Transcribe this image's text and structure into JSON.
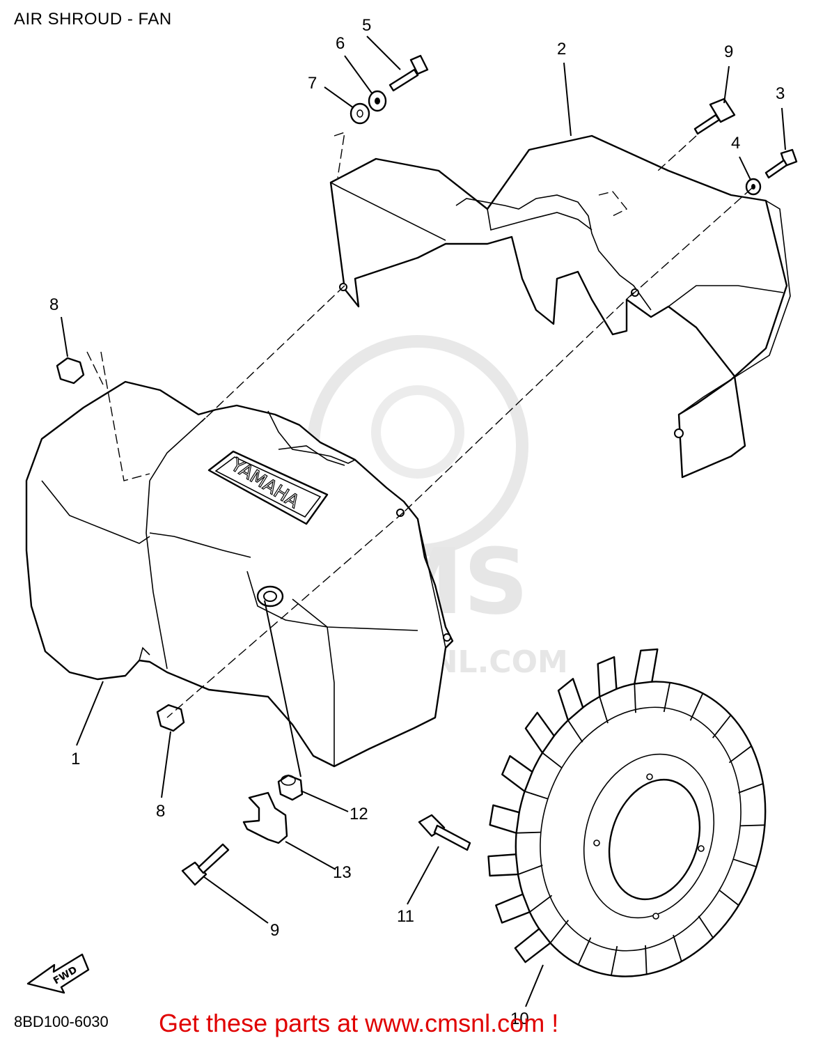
{
  "header": {
    "title": "AIR SHROUD - FAN"
  },
  "footer": {
    "diagram_code": "8BD100-6030",
    "promo": "Get these parts at www.cmsnl.com !",
    "promo_color": "#e00000"
  },
  "watermark": {
    "logo_text": "CMS",
    "url_text": "WWW.CMSNL.COM",
    "color": "#e6e6e6"
  },
  "emblem": {
    "brand": "YAMAHA"
  },
  "direction": {
    "label": "FWD"
  },
  "callouts": [
    "1",
    "2",
    "3",
    "4",
    "5",
    "6",
    "7",
    "8",
    "8",
    "9",
    "9",
    "10",
    "11",
    "12",
    "13"
  ]
}
